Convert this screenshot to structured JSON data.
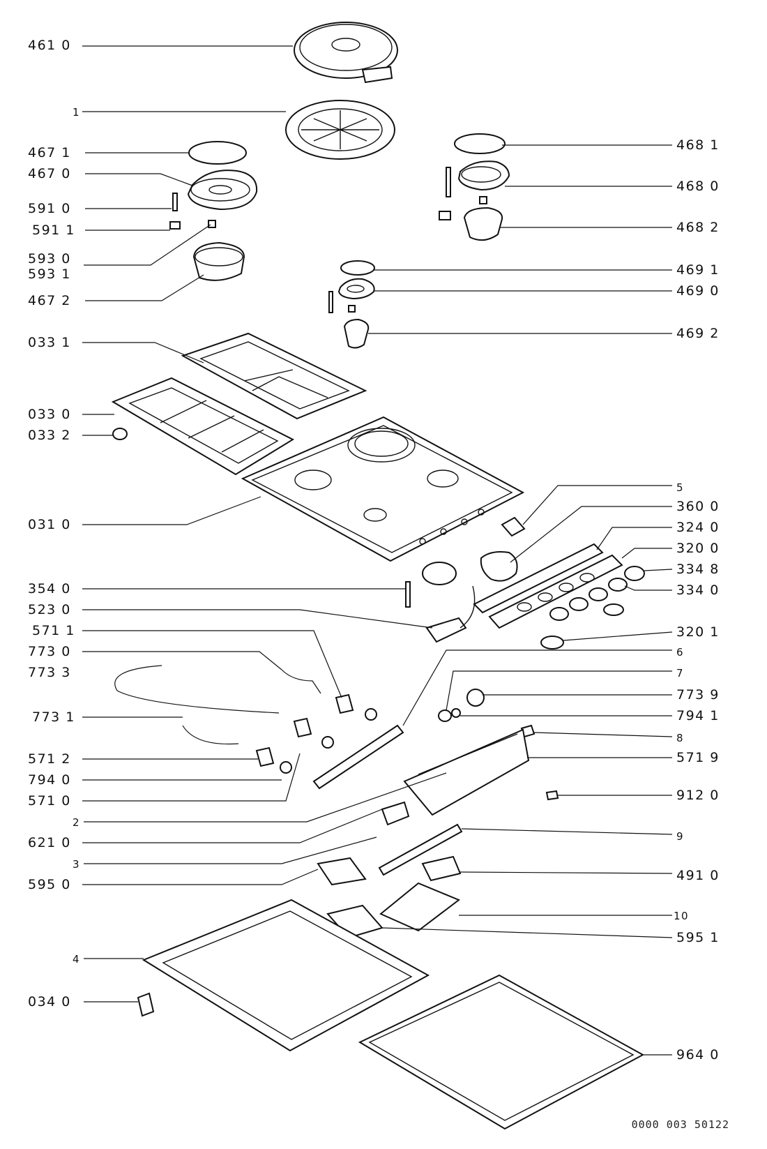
{
  "diagram_code": "0000 003 50122",
  "left_labels": [
    "461 0",
    "1",
    "467 1",
    "467 0",
    "591 0",
    "591 1",
    "593 0",
    "593 1",
    "467 2",
    "033 1",
    "033 0",
    "033 2",
    "031 0",
    "354 0",
    "523 0",
    "571 1",
    "773 0",
    "773 3",
    "773 1",
    "571 2",
    "794 0",
    "571 0",
    "2",
    "621 0",
    "3",
    "595 0",
    "4",
    "034 0"
  ],
  "right_labels": [
    "468 1",
    "468 0",
    "468 2",
    "469 1",
    "469 0",
    "469 2",
    "5",
    "360 0",
    "324 0",
    "320 0",
    "334 8",
    "334 0",
    "320 1",
    "6",
    "7",
    "773 9",
    "794 1",
    "8",
    "571 9",
    "912 0",
    "9",
    "491 0",
    "10",
    "595 1",
    "964 0"
  ]
}
